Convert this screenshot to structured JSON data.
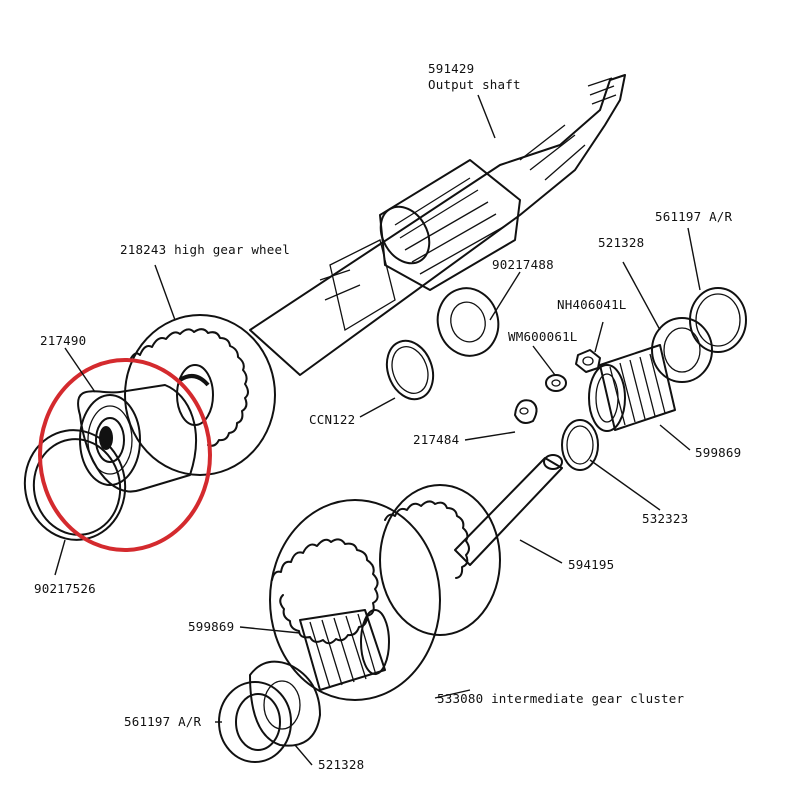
{
  "diagram": {
    "type": "exploded-parts-diagram",
    "highlight_color": "#d42a2e",
    "ink_color": "#111111",
    "highlighted_part": "217490"
  },
  "labels": {
    "output_shaft_num": "591429",
    "output_shaft_name": "Output shaft",
    "high_gear": "218243 high gear wheel",
    "bearing": "217490",
    "circlip_ring": "90217526",
    "ccn122": "CCN122",
    "washer_90217488": "90217488",
    "wm600061l": "WM600061L",
    "nh406041l": "NH406041L",
    "washer_521328_top": "521328",
    "shim_561197_top": "561197 A/R",
    "tab_217484": "217484",
    "bearing_599869": "599869",
    "ring_532323": "532323",
    "shaft_594195": "594195",
    "bearing_599869_low": "599869",
    "gear_cluster": "533080 intermediate gear cluster",
    "shim_561197_low": "561197 A/R",
    "washer_521328_low": "521328"
  }
}
